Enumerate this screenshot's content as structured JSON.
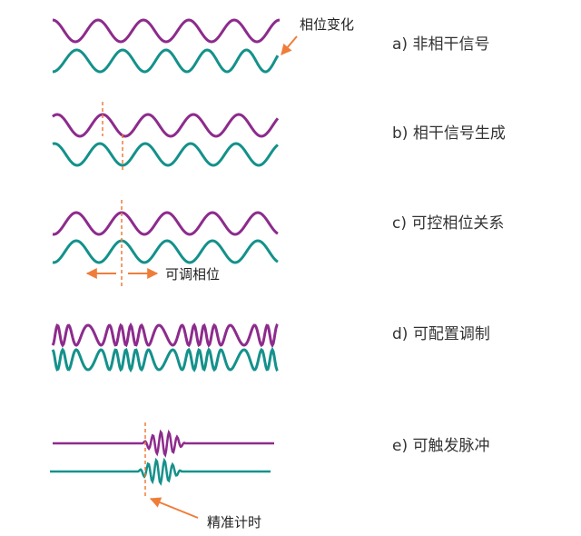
{
  "colors": {
    "purple": "#8d2b8d",
    "teal": "#14918b",
    "orange": "#ef7d3a",
    "text": "#333333"
  },
  "rows": [
    {
      "label": "a) 非相干信号"
    },
    {
      "label": "b) 相干信号生成"
    },
    {
      "label": "c) 可控相位关系"
    },
    {
      "label": "d) 可配置调制"
    },
    {
      "label": "e) 可触发脉冲"
    }
  ],
  "annotations": {
    "phase_change": "相位变化",
    "adjustable_phase": "可调相位",
    "precise_timing": "精准计时"
  }
}
